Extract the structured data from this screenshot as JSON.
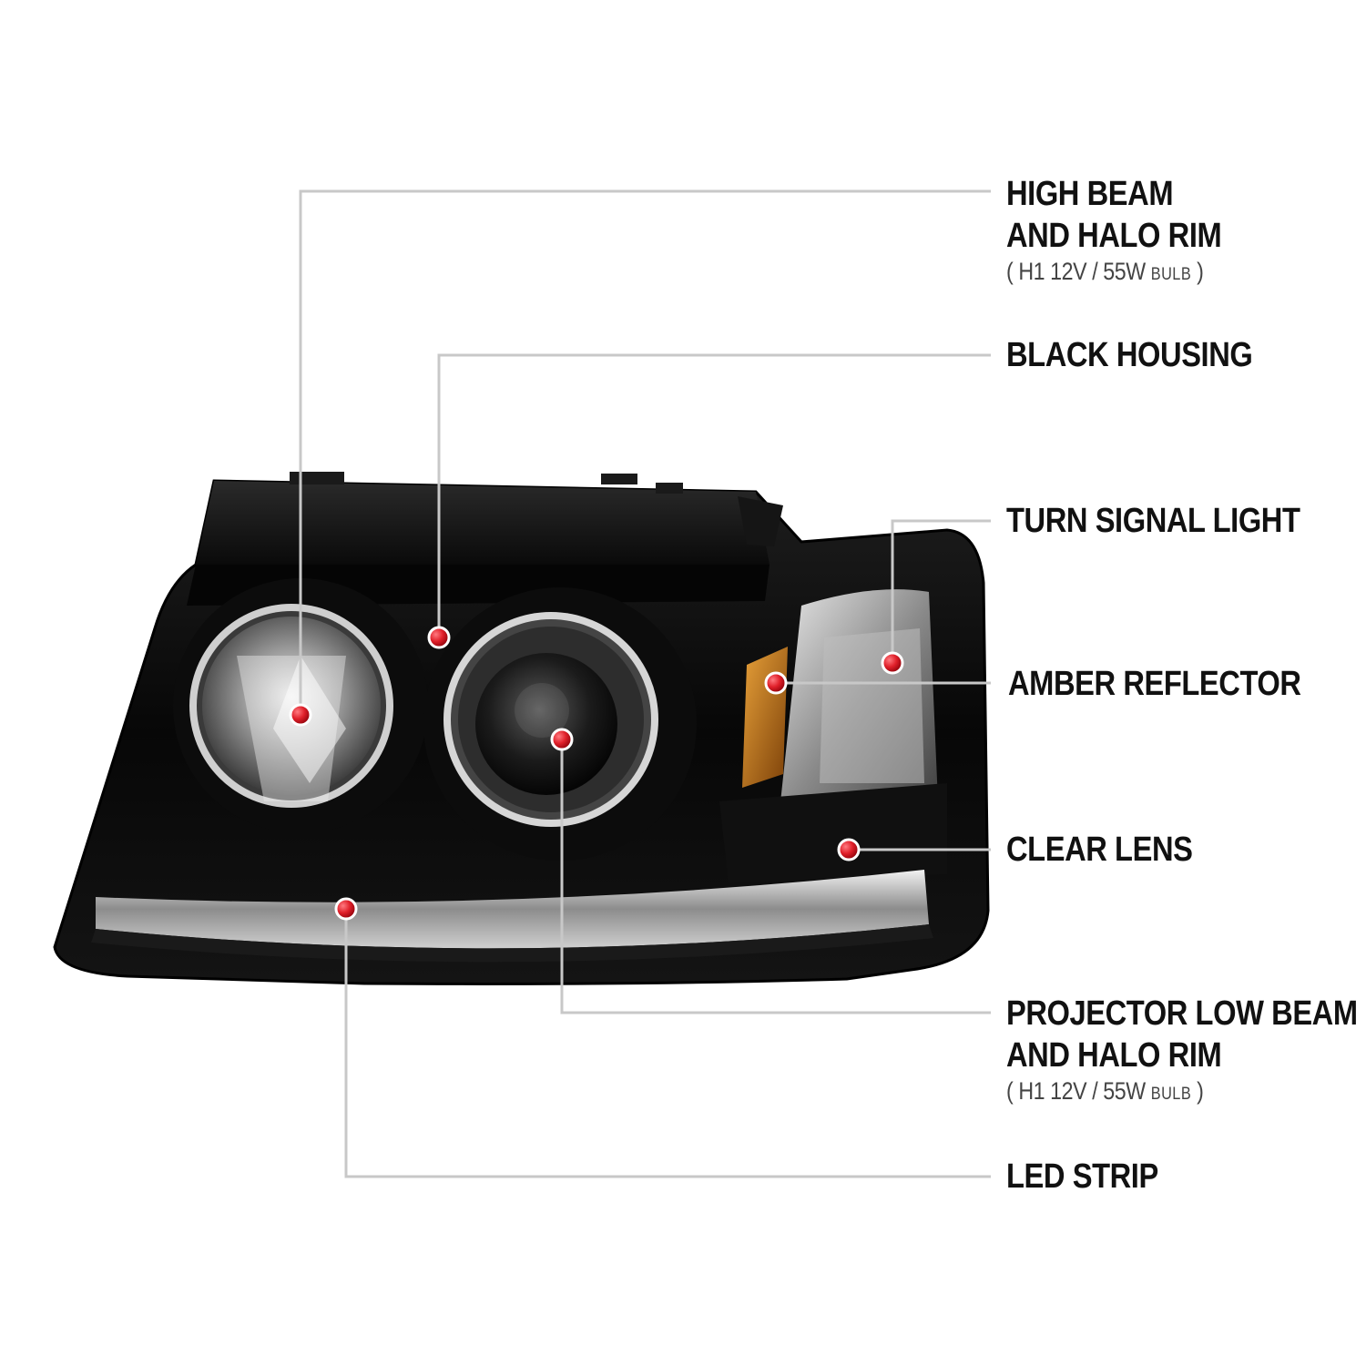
{
  "callouts": [
    {
      "id": "high-beam",
      "lines": [
        "HIGH BEAM",
        "AND HALO RIM"
      ],
      "note_prefix": "( H1  12V / 55W ",
      "note_small": "BULB",
      "note_suffix": " )"
    },
    {
      "id": "black-housing",
      "lines": [
        "BLACK HOUSING"
      ]
    },
    {
      "id": "turn-signal",
      "lines": [
        "TURN SIGNAL LIGHT"
      ]
    },
    {
      "id": "amber-reflector",
      "lines": [
        "AMBER REFLECTOR"
      ]
    },
    {
      "id": "clear-lens",
      "lines": [
        "CLEAR LENS"
      ]
    },
    {
      "id": "projector-low-beam",
      "lines": [
        "PROJECTOR LOW BEAM",
        "AND HALO RIM"
      ],
      "note_prefix": "( H1  12V / 55W ",
      "note_small": "BULB",
      "note_suffix": " )"
    },
    {
      "id": "led-strip",
      "lines": [
        "LED STRIP"
      ]
    }
  ],
  "colors": {
    "leader_line": "#c8c8c8",
    "marker_dot": "#e0202a",
    "housing": "#0b0b0b",
    "amber": "#c77a1a",
    "chrome": "#d9d9d9"
  }
}
